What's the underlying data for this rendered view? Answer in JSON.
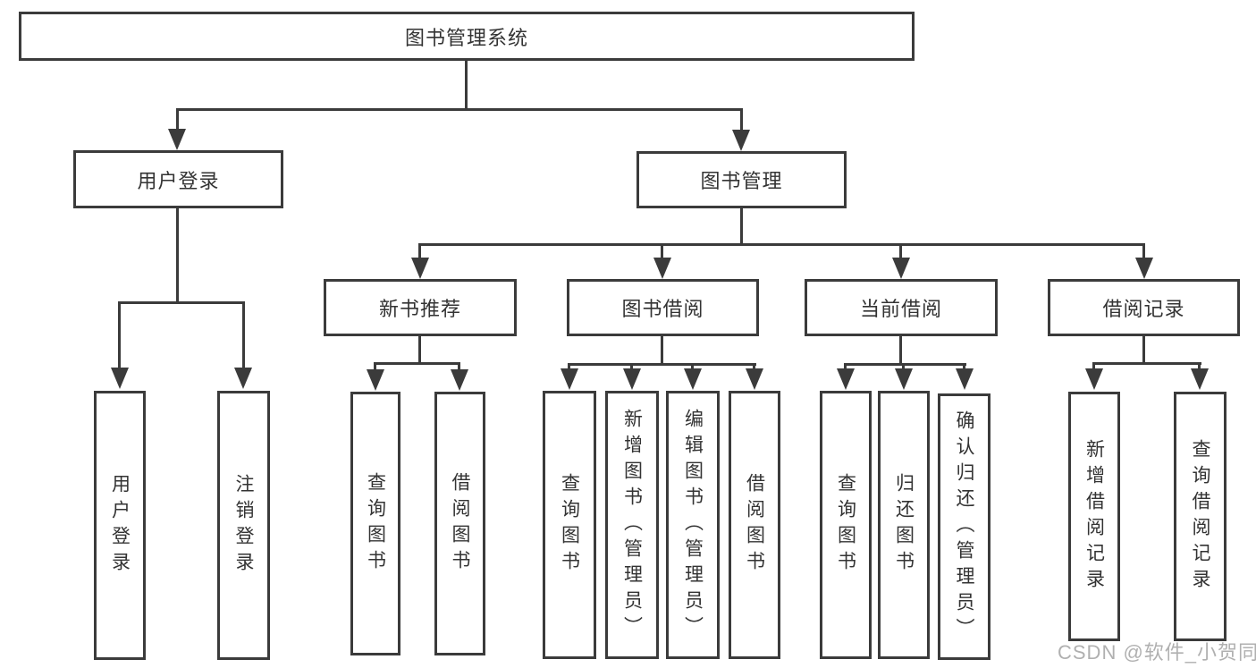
{
  "diagram": {
    "root": {
      "label": "图书管理系统"
    },
    "user_login": {
      "label": "用户登录",
      "children": [
        {
          "label": "用户登录"
        },
        {
          "label": "注销登录"
        }
      ]
    },
    "book_mgmt": {
      "label": "图书管理"
    },
    "new_book": {
      "label": "新书推荐",
      "children": [
        {
          "label": "查询图书"
        },
        {
          "label": "借阅图书"
        }
      ]
    },
    "book_borrow": {
      "label": "图书借阅",
      "children": [
        {
          "label": "查询图书"
        },
        {
          "label": "新增图书（管理员）"
        },
        {
          "label": "编辑图书（管理员）"
        },
        {
          "label": "借阅图书"
        }
      ]
    },
    "current_borrow": {
      "label": "当前借阅",
      "children": [
        {
          "label": "查询图书"
        },
        {
          "label": "归还图书"
        },
        {
          "label": "确认归还（管理员）"
        }
      ]
    },
    "borrow_records": {
      "label": "借阅记录",
      "children": [
        {
          "label": "新增借阅记录"
        },
        {
          "label": "查询借阅记录"
        }
      ]
    },
    "line_color": "#3b3b3b"
  },
  "watermark": {
    "text": "CSDN @软件_小贺同学"
  }
}
